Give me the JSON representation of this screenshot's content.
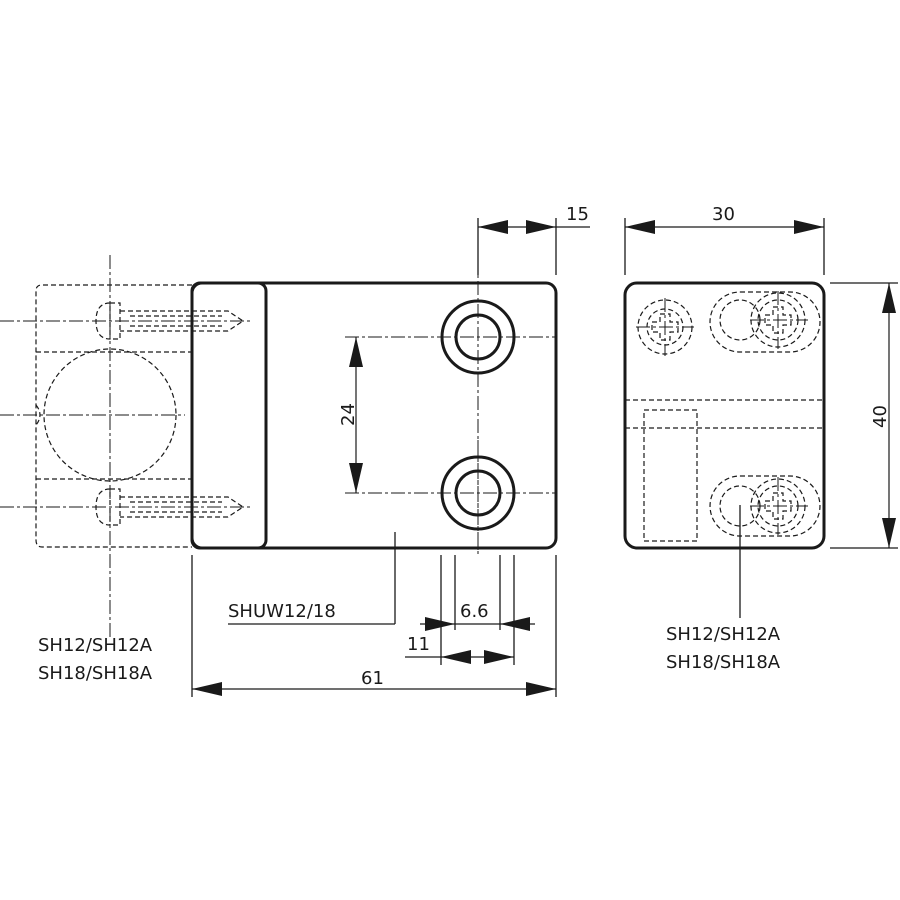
{
  "drawing": {
    "front_view": {
      "part_label": "SHUW12/18",
      "screw_label_lines": [
        "SH12/SH12A",
        "SH18/SH18A"
      ],
      "dimensions": {
        "overall_length": "61",
        "hole_spacing": "24",
        "hole_offset": "15",
        "bore_diameter": "6.6",
        "counterbore_diameter": "11"
      }
    },
    "side_view": {
      "screw_label_lines": [
        "SH12/SH12A",
        "SH18/SH18A"
      ],
      "dimensions": {
        "width": "30",
        "height": "40"
      }
    }
  }
}
